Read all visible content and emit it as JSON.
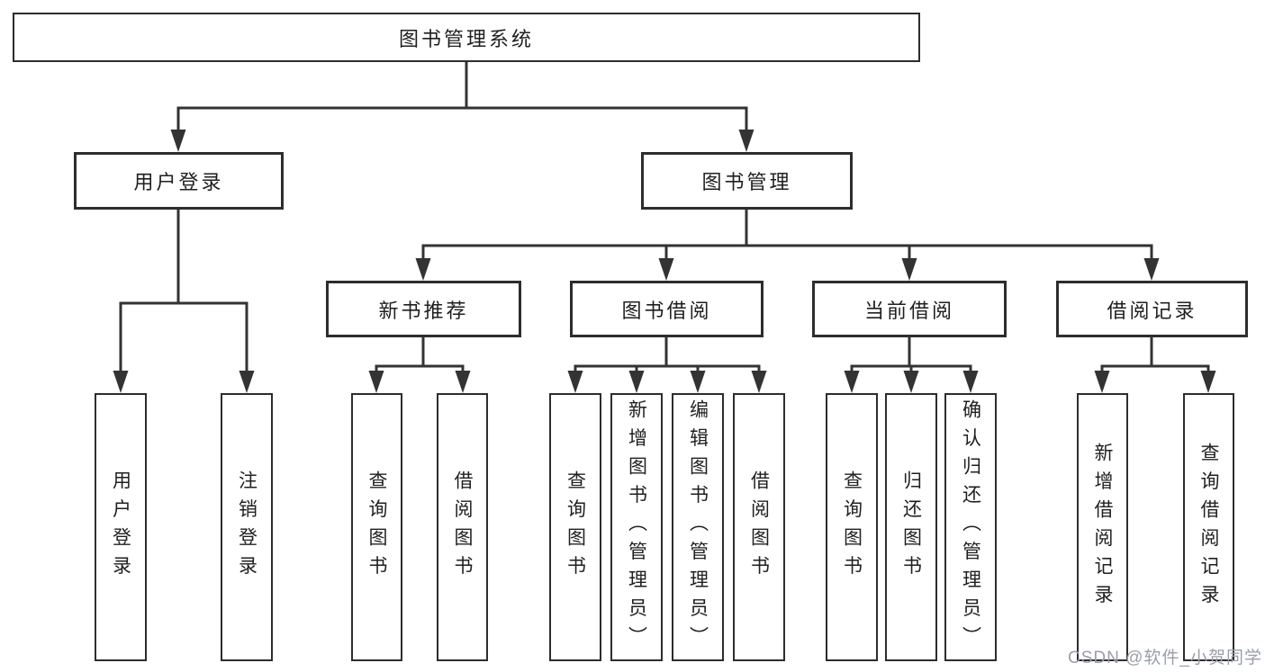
{
  "diagram": {
    "type": "hierarchy-tree",
    "colors": {
      "line": "#333333",
      "box_border": "#2d2d2d",
      "box_fill": "#ffffff",
      "text": "#1f1f1f",
      "watermark_text": "#999ea8",
      "background": "#ffffff"
    },
    "nodes": {
      "root": {
        "label": "图书管理系统",
        "orientation": "horizontal"
      },
      "user_login": {
        "label": "用户登录",
        "orientation": "horizontal"
      },
      "book_mgmt": {
        "label": "图书管理",
        "orientation": "horizontal"
      },
      "new_book": {
        "label": "新书推荐",
        "orientation": "horizontal"
      },
      "book_borrow": {
        "label": "图书借阅",
        "orientation": "horizontal"
      },
      "current_borrow": {
        "label": "当前借阅",
        "orientation": "horizontal"
      },
      "borrow_records": {
        "label": "借阅记录",
        "orientation": "horizontal"
      },
      "login_user": {
        "label": "用户登录",
        "orientation": "vertical"
      },
      "login_logout": {
        "label": "注销登录",
        "orientation": "vertical"
      },
      "nb_query": {
        "label": "查询图书",
        "orientation": "vertical"
      },
      "nb_borrow": {
        "label": "借阅图书",
        "orientation": "vertical"
      },
      "bb_query": {
        "label": "查询图书",
        "orientation": "vertical"
      },
      "bb_add": {
        "label": "新增图书（管理员）",
        "orientation": "vertical"
      },
      "bb_edit": {
        "label": "编辑图书（管理员）",
        "orientation": "vertical"
      },
      "bb_lend": {
        "label": "借阅图书",
        "orientation": "vertical"
      },
      "cb_query": {
        "label": "查询图书",
        "orientation": "vertical"
      },
      "cb_return": {
        "label": "归还图书",
        "orientation": "vertical"
      },
      "cb_confirm": {
        "label": "确认归还（管理员）",
        "orientation": "vertical"
      },
      "br_add": {
        "label": "新增借阅记录",
        "orientation": "vertical"
      },
      "br_query": {
        "label": "查询借阅记录",
        "orientation": "vertical"
      }
    },
    "edges": [
      [
        "root",
        "user_login"
      ],
      [
        "root",
        "book_mgmt"
      ],
      [
        "user_login",
        "login_user"
      ],
      [
        "user_login",
        "login_logout"
      ],
      [
        "book_mgmt",
        "new_book"
      ],
      [
        "book_mgmt",
        "book_borrow"
      ],
      [
        "book_mgmt",
        "current_borrow"
      ],
      [
        "book_mgmt",
        "borrow_records"
      ],
      [
        "new_book",
        "nb_query"
      ],
      [
        "new_book",
        "nb_borrow"
      ],
      [
        "book_borrow",
        "bb_query"
      ],
      [
        "book_borrow",
        "bb_add"
      ],
      [
        "book_borrow",
        "bb_edit"
      ],
      [
        "book_borrow",
        "bb_lend"
      ],
      [
        "current_borrow",
        "cb_query"
      ],
      [
        "current_borrow",
        "cb_return"
      ],
      [
        "current_borrow",
        "cb_confirm"
      ],
      [
        "borrow_records",
        "br_add"
      ],
      [
        "borrow_records",
        "br_query"
      ]
    ],
    "watermark": "CSDN @软件_小贺同学"
  }
}
